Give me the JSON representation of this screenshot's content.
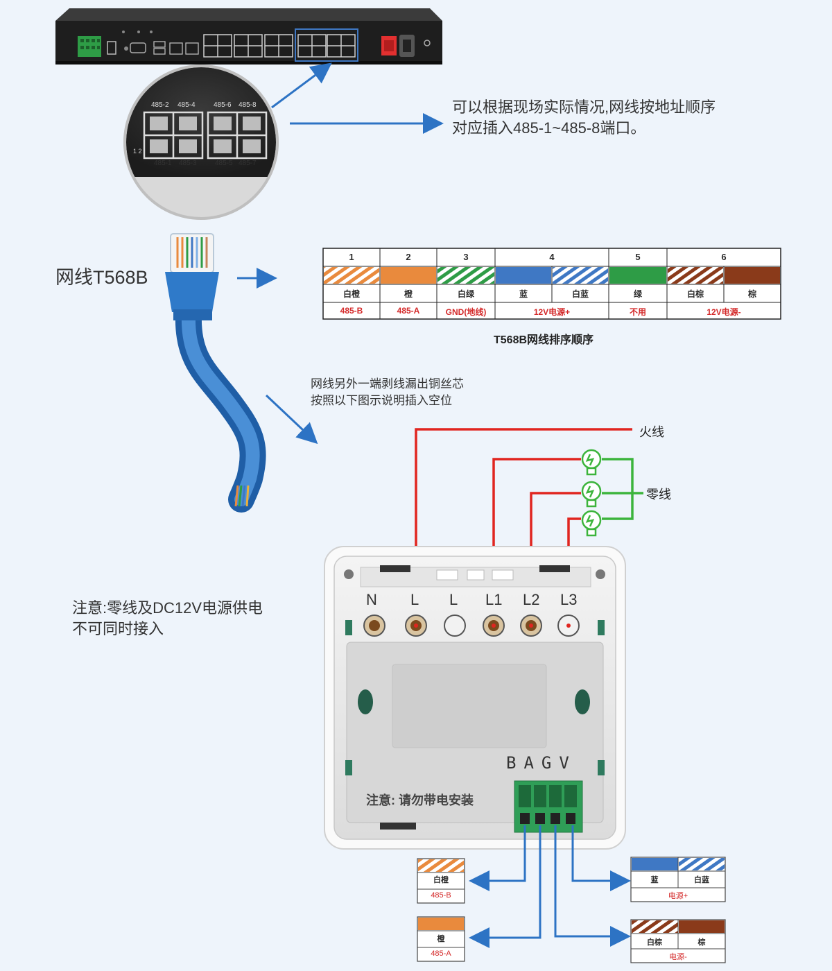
{
  "controller": {
    "port_labels_top": [
      "485-2",
      "485-4",
      "485-6",
      "485-8"
    ],
    "port_labels_bottom": [
      "485-1",
      "485-3",
      "485-5",
      "485-7"
    ],
    "zoom_side_mark": "1 2"
  },
  "instructions": {
    "port_line1": "可以根据现场实际情况,网线按地址顺序",
    "port_line2": "对应插入485-1~485-8端口。",
    "cable_label": "网线T568B",
    "strip_line1": "网线另外一端剥线漏出铜丝芯",
    "strip_line2": "按照以下图示说明插入空位",
    "warning_line1": "注意:零线及DC12V电源供电",
    "warning_line2": "不可同时接入"
  },
  "t568b_table": {
    "caption": "T568B网线排序顺序",
    "numbers": [
      "1",
      "2",
      "3",
      "4",
      "5",
      "6"
    ],
    "colors": [
      "白橙",
      "橙",
      "白绿",
      "蓝",
      "白蓝",
      "绿",
      "白棕",
      "棕"
    ],
    "functions": [
      "485-B",
      "485-A",
      "GND(地线)",
      "12V电源+",
      "不用",
      "12V电源-"
    ],
    "color_hex": {
      "orange": "#e98a3d",
      "green": "#2e9c46",
      "blue": "#3f78c4",
      "brown": "#8a3a1a",
      "red_text": "#d42a2a"
    }
  },
  "switch_panel": {
    "terminals": [
      "N",
      "L",
      "L",
      "L1",
      "L2",
      "L3"
    ],
    "bus_letters": "BAGV",
    "warning": "注意: 请勿带电安装"
  },
  "wiring": {
    "live_label": "火线",
    "neutral_label": "零线",
    "live_color": "#e0251f",
    "neutral_color": "#3cb43c"
  },
  "pin_legends": {
    "b": {
      "color": "白橙",
      "function": "485-B"
    },
    "a": {
      "color": "橙",
      "function": "485-A"
    },
    "plus": {
      "left": "蓝",
      "right": "白蓝",
      "function": "电源+"
    },
    "minus": {
      "left": "白棕",
      "right": "棕",
      "function": "电源-"
    }
  }
}
